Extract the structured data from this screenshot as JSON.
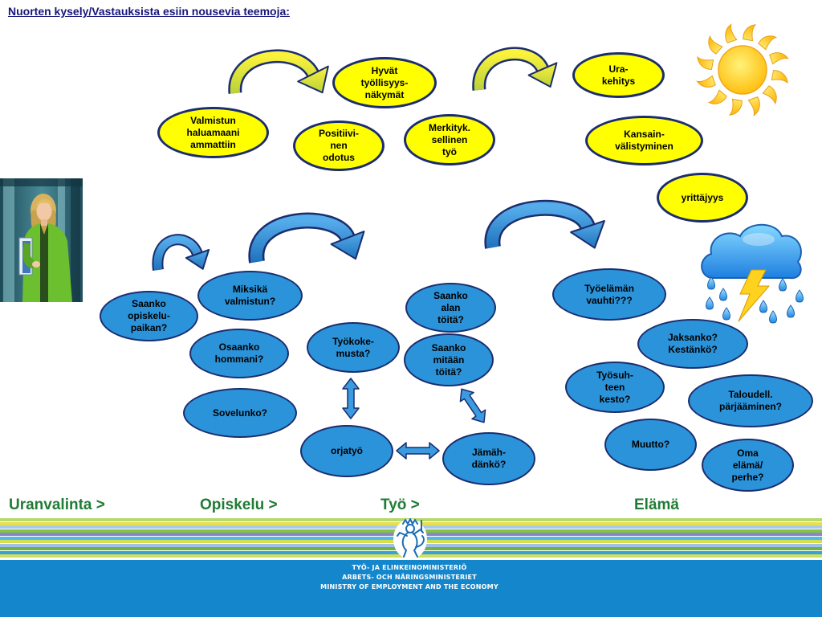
{
  "slide": {
    "title": "Nuorten kysely/Vastauksista esiin nousevia teemoja:",
    "positive_themes": [
      "Hyvät\ntyöllisyys-\nnäkymät",
      "Ura-\nkehitys",
      "Valmistun\nhaluamaani\nammattiin",
      "Positiivi-\nnen\nodotus",
      "Merkityk.\nsellinen\ntyö",
      "Kansain-\nvälistyminen",
      "yrittäjyys"
    ],
    "concerns": [
      "Saanko\nopiskelu-\npaikan?",
      "Miksikä\nvalmistun?",
      "Osaanko\nhommani?",
      "Sovelunko?",
      "Työkoke-\nmusta?",
      "Saanko\nalan\ntöitä?",
      "Saanko\nmitään\ntöitä?",
      "orjatyö",
      "Jämäh-\ndänkö?",
      "Työelämän\nvauhti???",
      "Jaksanko?\nKestänkö?",
      "Työsuh-\nteen\nkesto?",
      "Taloudell.\npärjääminen?",
      "Muutto?",
      "Oma\nelämä/\nperhe?"
    ],
    "stages": [
      "Uranvalinta >",
      "Opiskelu >",
      "Työ >",
      "Elämä"
    ],
    "footer": {
      "ministry_fi": "TYÖ- JA ELINKEINOMINISTERIÖ",
      "ministry_sv": "ARBETS- OCH NÄRINGSMINISTERIET",
      "ministry_en": "MINISTRY OF EMPLOYMENT AND THE ECONOMY"
    }
  },
  "icons": {
    "sun": "sun-icon",
    "weather": "rain-cloud-lightning-icon",
    "logo": "lion-crest-logo"
  },
  "colors": {
    "positive_fill": "#ffff00",
    "concern_fill": "#2b93d9",
    "outline": "#1b2d6e",
    "stage_label": "#207c35",
    "title": "#16167a",
    "footer_band": "#1486cc"
  }
}
